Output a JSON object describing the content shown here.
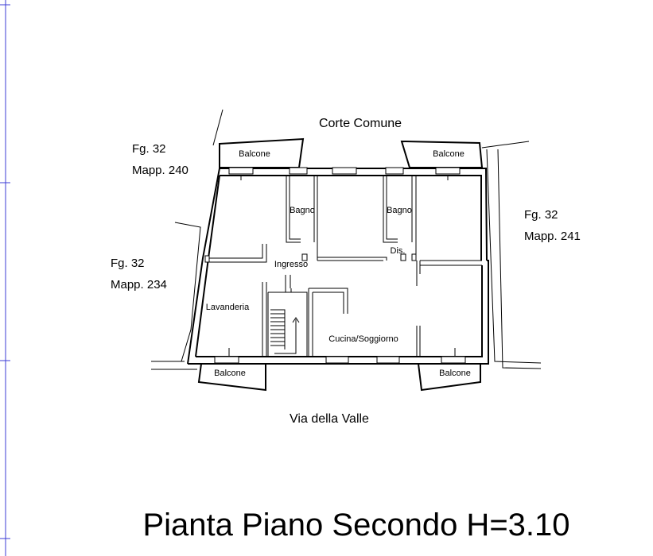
{
  "labels": {
    "corte": "Corte Comune",
    "via": "Via della Valle",
    "fg_nw_1": "Fg. 32",
    "fg_nw_2": "Mapp. 240",
    "fg_w_1": "Fg. 32",
    "fg_w_2": "Mapp. 234",
    "fg_e_1": "Fg. 32",
    "fg_e_2": "Mapp. 241"
  },
  "rooms": {
    "balcone_nw": "Balcone",
    "balcone_ne": "Balcone",
    "balcone_sw": "Balcone",
    "balcone_se": "Balcone",
    "bagno_1": "Bagno",
    "bagno_2": "Bagno",
    "dis": "Dis.",
    "ingresso": "Ingresso",
    "lavanderia": "Lavanderia",
    "cucina": "Cucina/Soggiorno"
  },
  "title": "Pianta Piano Secondo H=3.10"
}
